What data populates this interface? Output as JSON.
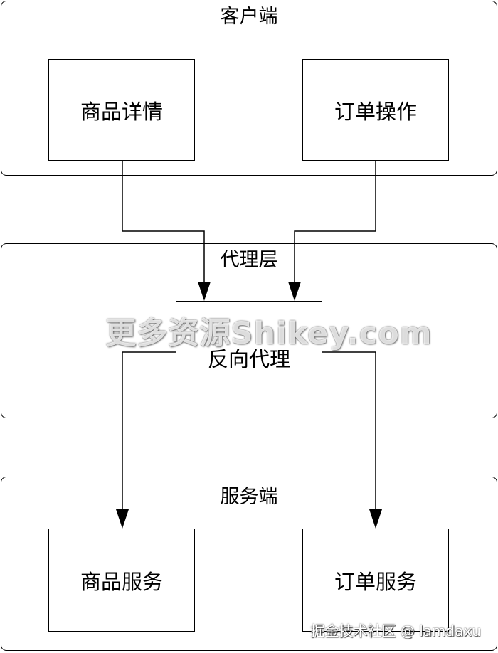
{
  "layers": {
    "client": {
      "title": "客户端"
    },
    "proxy": {
      "title": "代理层"
    },
    "server": {
      "title": "服务端"
    }
  },
  "nodes": {
    "product_detail": "商品详情",
    "order_operation": "订单操作",
    "reverse_proxy": "反向代理",
    "product_service": "商品服务",
    "order_service": "订单服务"
  },
  "watermark": "更多资源Shikey.com",
  "credit": "掘金技术社区 @ lamdaxu"
}
